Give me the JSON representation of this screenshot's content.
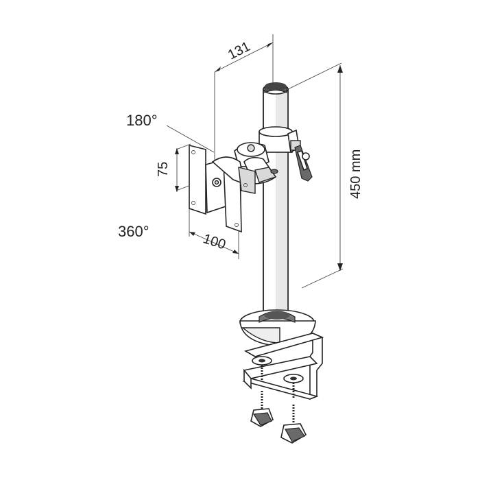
{
  "diagram": {
    "dimensions": {
      "top_width": "131",
      "height": "450 mm",
      "vesa_vertical": "75",
      "vesa_horizontal": "100"
    },
    "rotations": {
      "tilt": "180°",
      "rotate": "360°"
    }
  }
}
